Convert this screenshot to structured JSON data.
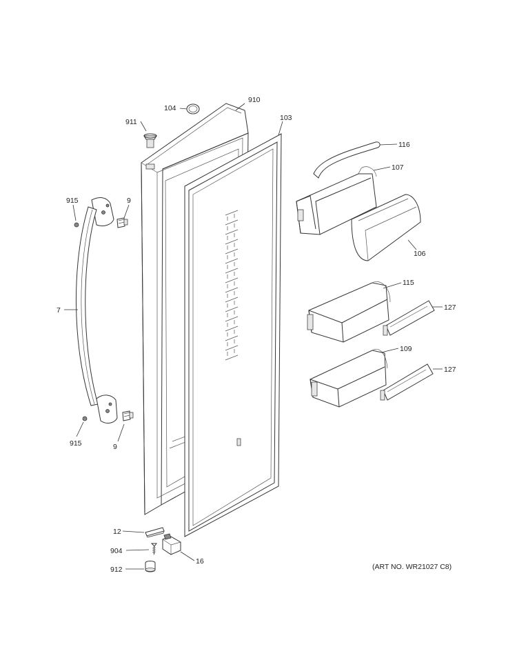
{
  "art_number": "(ART NO. WR21027 C8)",
  "callouts": [
    {
      "id": "c104",
      "label": "104"
    },
    {
      "id": "c910",
      "label": "910"
    },
    {
      "id": "c911",
      "label": "911"
    },
    {
      "id": "c103",
      "label": "103"
    },
    {
      "id": "c116",
      "label": "116"
    },
    {
      "id": "c107",
      "label": "107"
    },
    {
      "id": "c915a",
      "label": "915"
    },
    {
      "id": "c9a",
      "label": "9"
    },
    {
      "id": "c106",
      "label": "106"
    },
    {
      "id": "c115",
      "label": "115"
    },
    {
      "id": "c7",
      "label": "7"
    },
    {
      "id": "c127a",
      "label": "127"
    },
    {
      "id": "c109",
      "label": "109"
    },
    {
      "id": "c127b",
      "label": "127"
    },
    {
      "id": "c915b",
      "label": "915"
    },
    {
      "id": "c9b",
      "label": "9"
    },
    {
      "id": "c12",
      "label": "12"
    },
    {
      "id": "c904",
      "label": "904"
    },
    {
      "id": "c16",
      "label": "16"
    },
    {
      "id": "c912",
      "label": "912"
    }
  ]
}
